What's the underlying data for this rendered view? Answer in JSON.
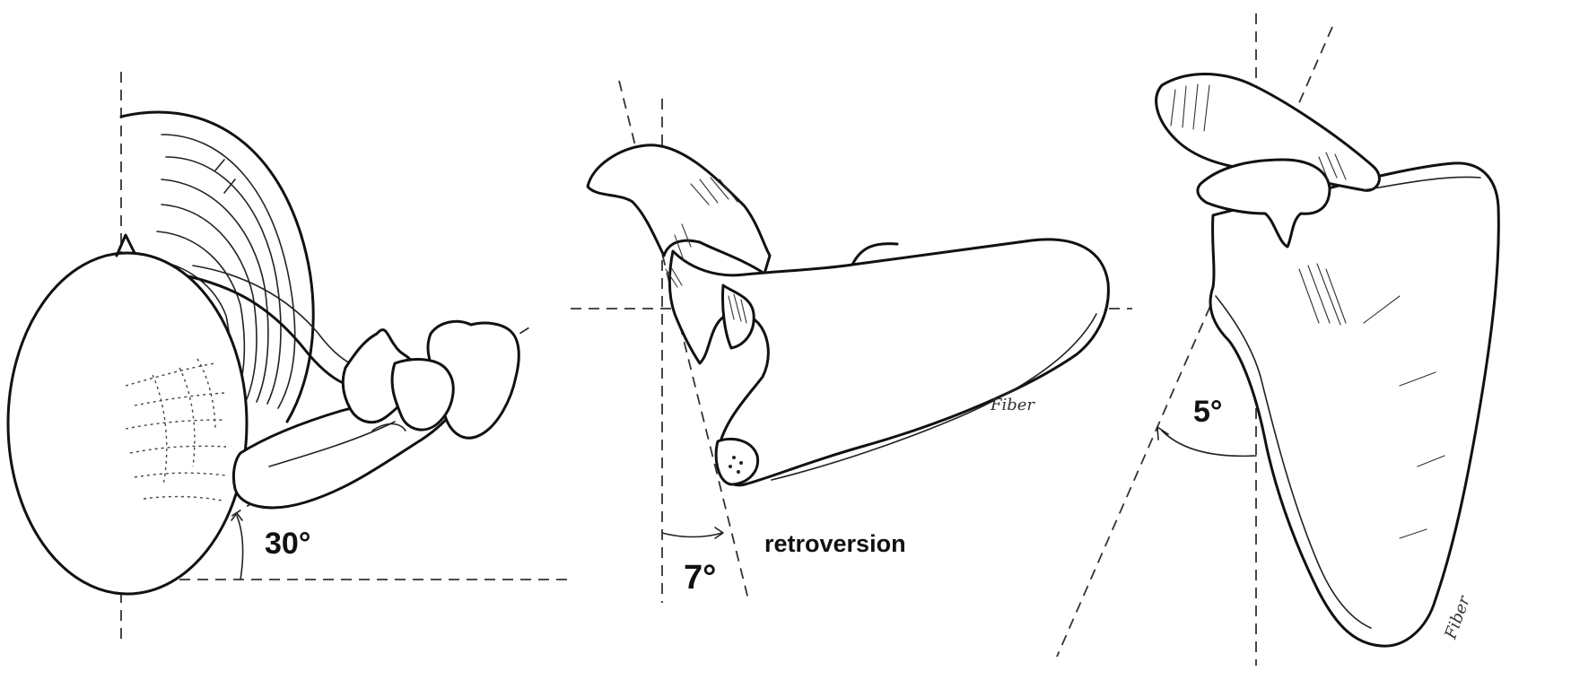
{
  "figure": {
    "panels": [
      {
        "id": "thorax",
        "angle_label": "30°"
      },
      {
        "id": "glenoid",
        "angle_label": "7°",
        "caption": "retroversion"
      },
      {
        "id": "scapula",
        "angle_label": "5°"
      }
    ],
    "signature": "Fiber"
  }
}
